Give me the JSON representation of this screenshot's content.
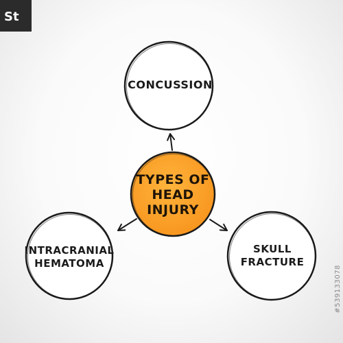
{
  "diagram": {
    "center": {
      "lines": [
        "Types of head",
        "injury"
      ],
      "fill": "#f7941d",
      "stroke": "#1a1a1a"
    },
    "nodes": [
      {
        "id": "concussion",
        "lines": [
          "Concussion"
        ]
      },
      {
        "id": "intracranial-hematoma",
        "lines": [
          "Intracranial",
          "hematoma"
        ]
      },
      {
        "id": "skull-fracture",
        "lines": [
          "Skull",
          "fracture"
        ]
      }
    ]
  },
  "watermark": {
    "stock_id": "#539133078",
    "logo_icon": "adobe-stock-logo-icon"
  }
}
